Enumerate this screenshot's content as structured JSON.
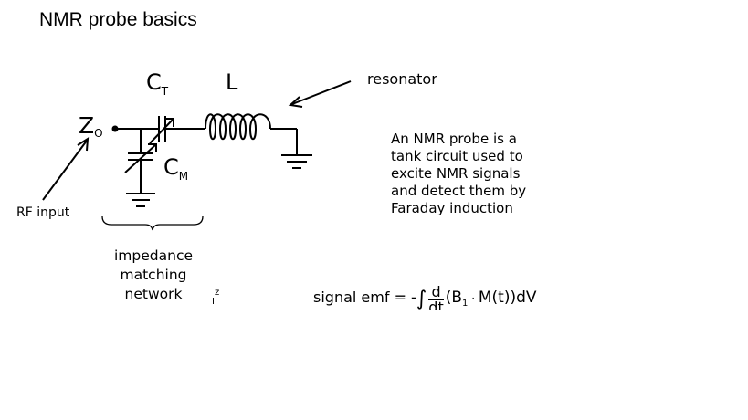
{
  "title": "NMR probe basics",
  "labels": {
    "ct_main": "C",
    "ct_sub": "T",
    "l": "L",
    "zo_main": "Z",
    "zo_sub": "O",
    "cm_main": "C",
    "cm_sub": "M",
    "resonator": "resonator",
    "rf_input": "RF input",
    "impedance_lines": [
      "impedance",
      "matching",
      "network"
    ],
    "stray_z": "z",
    "stray_i": "I"
  },
  "description_lines": [
    "An NMR probe is a",
    "tank circuit used to",
    "excite NMR signals",
    "and detect them by",
    "Faraday induction"
  ],
  "equation": {
    "lhs": "signal emf = -",
    "integral": "∫",
    "frac_num": "d",
    "frac_den": "dt",
    "rhs": "(B",
    "b_sub": "1",
    "dot": " · ",
    "m": "M",
    "rest": "(t))dV"
  }
}
